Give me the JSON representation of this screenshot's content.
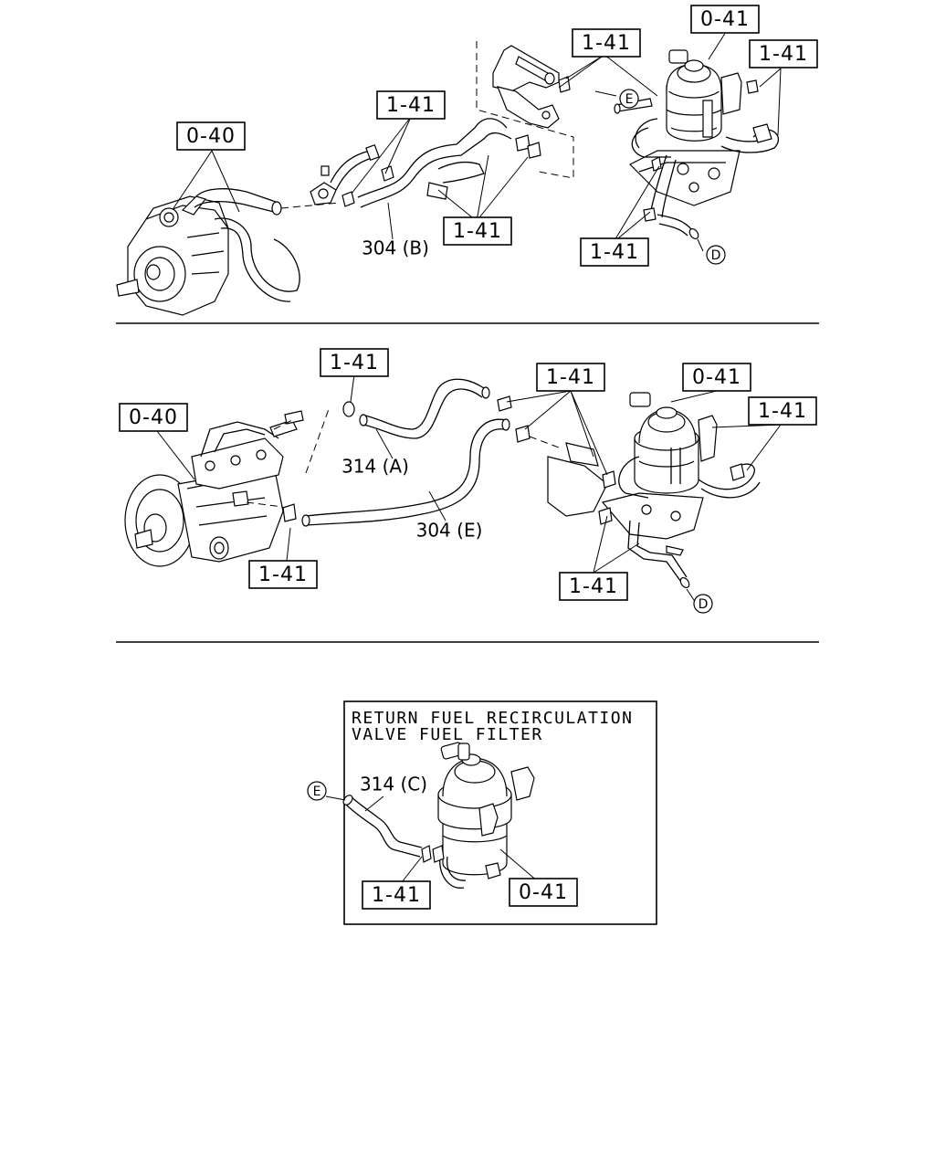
{
  "section_top": {
    "ref_labels": [
      "0-40",
      "1-41",
      "1-41",
      "1-41",
      "0-41",
      "1-41",
      "1-41"
    ],
    "part_labels": [
      "304 (B)"
    ],
    "connectors": [
      "E",
      "D"
    ]
  },
  "section_middle": {
    "ref_labels": [
      "0-40",
      "1-41",
      "1-41",
      "0-41",
      "1-41",
      "1-41",
      "1-41"
    ],
    "part_labels": [
      "314 (A)",
      "304 (E)"
    ],
    "connectors": [
      "D"
    ]
  },
  "section_inset": {
    "title_line1": "RETURN FUEL RECIRCULATION",
    "title_line2": "VALVE FUEL FILTER",
    "part_labels": [
      "314 (C)"
    ],
    "ref_labels": [
      "1-41",
      "0-41"
    ],
    "connectors": [
      "E"
    ]
  }
}
